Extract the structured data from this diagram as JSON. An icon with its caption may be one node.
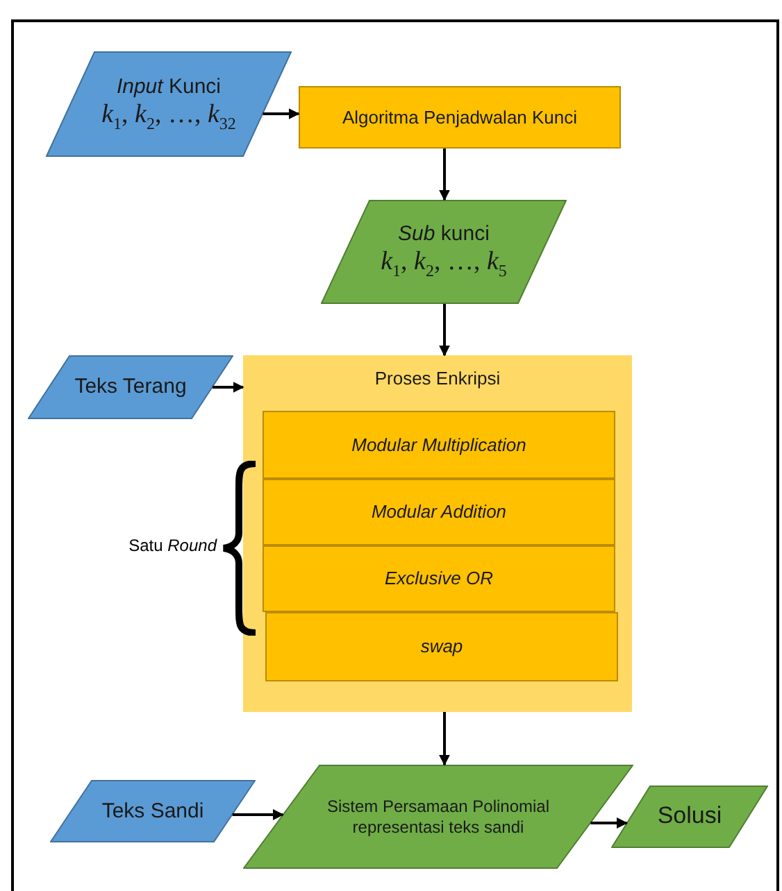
{
  "diagram": {
    "nodes": [
      {
        "text": [
          "*Input* Kunci",
          "*k*$_{1}$, *k*$_{2}$, …, *k*$_{32}$"
        ]
      },
      {
        "text": [
          "Algoritma Penjadwalan Kunci"
        ]
      },
      {
        "text": [
          "*Sub* kunci",
          "*k*$_{1}$, *k*$_{2}$, …, *k*$_{5}$"
        ]
      },
      {
        "text": [
          "Teks Terang"
        ]
      },
      {
        "text": [
          "Proses Enkripsi"
        ]
      },
      {
        "text": [
          "Modular Multiplication"
        ],
        "in": 4
      },
      {
        "text": [
          "Modular Addition"
        ],
        "in": 4
      },
      {
        "text": [
          "Exclusive OR"
        ],
        "in": 4
      },
      {
        "text": [
          "swap"
        ],
        "in": 4
      },
      {
        "text": [
          "Teks Sandi"
        ]
      },
      {
        "text": [
          "Sistem Persamaan Polinomial representasi teks sandi"
        ]
      },
      {
        "text": [
          "Solusi"
        ]
      }
    ],
    "edges": [
      {
        "from": 0,
        "to": 1,
        "arrow": "to"
      },
      {
        "from": 1,
        "to": 2,
        "arrow": "to"
      },
      {
        "from": 2,
        "to": 4,
        "arrow": "to"
      },
      {
        "from": 3,
        "to": 4,
        "arrow": "to"
      },
      {
        "from": 4,
        "to": 10,
        "arrow": "to"
      },
      {
        "from": 9,
        "to": 10,
        "arrow": "to"
      },
      {
        "from": 10,
        "to": 11,
        "arrow": "to"
      }
    ],
    "labels": [
      "Satu *Round*"
    ]
  }
}
